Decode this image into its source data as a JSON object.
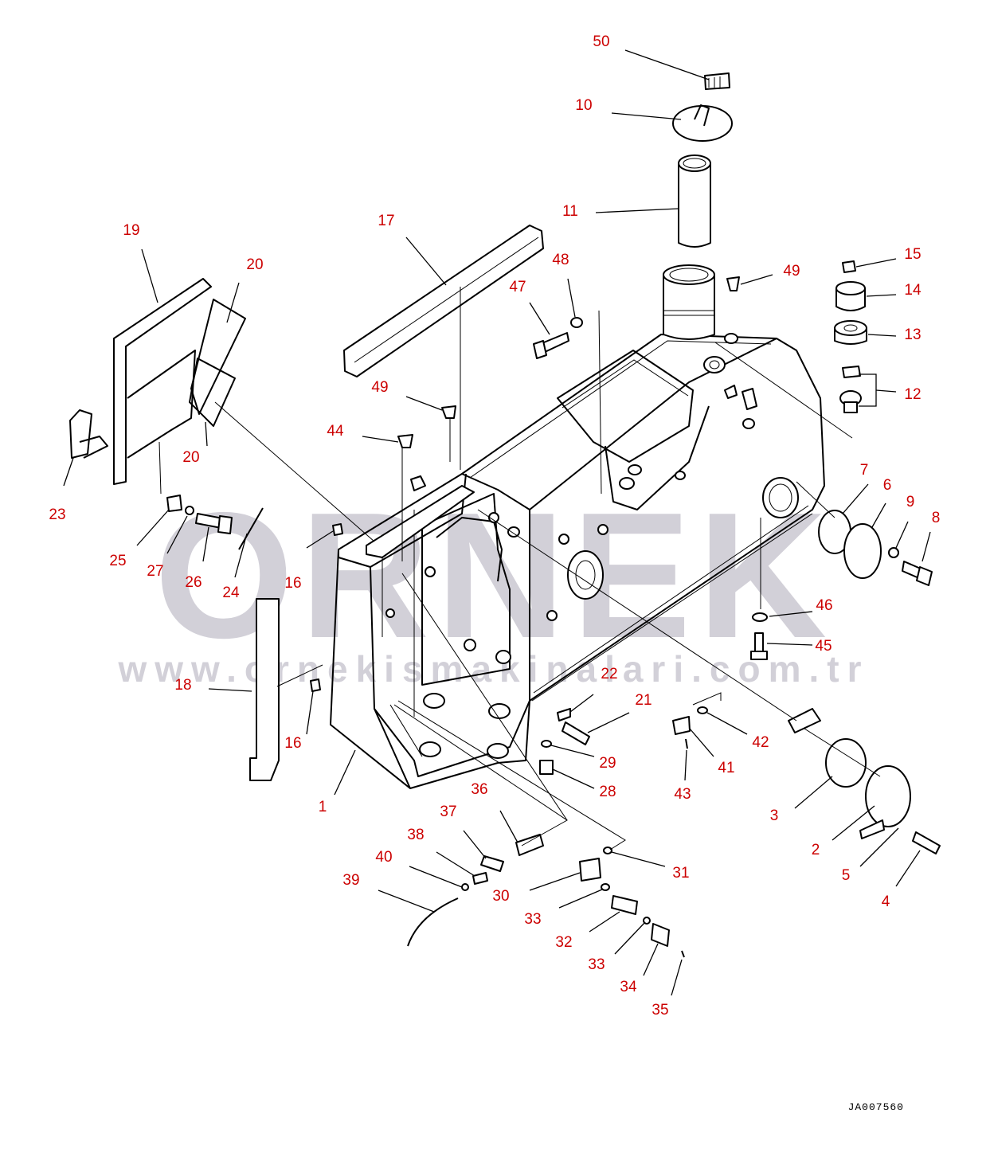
{
  "watermark": {
    "brand": "ORNEK",
    "url": "www.ornekismakinalari.com.tr",
    "color": "#d2d0d8"
  },
  "colors": {
    "callout": "#cc0000",
    "lines": "#000000"
  },
  "drawing_code": "JA007560",
  "callouts": [
    "50",
    "10",
    "11",
    "17",
    "48",
    "47",
    "49",
    "15",
    "14",
    "13",
    "12",
    "19",
    "20",
    "20",
    "23",
    "49",
    "44",
    "7",
    "6",
    "9",
    "8",
    "25",
    "27",
    "26",
    "24",
    "16",
    "46",
    "45",
    "18",
    "16",
    "22",
    "21",
    "42",
    "29",
    "28",
    "41",
    "43",
    "36",
    "1",
    "37",
    "38",
    "31",
    "40",
    "30",
    "39",
    "33",
    "32",
    "33",
    "34",
    "35",
    "3",
    "2",
    "5",
    "4"
  ]
}
